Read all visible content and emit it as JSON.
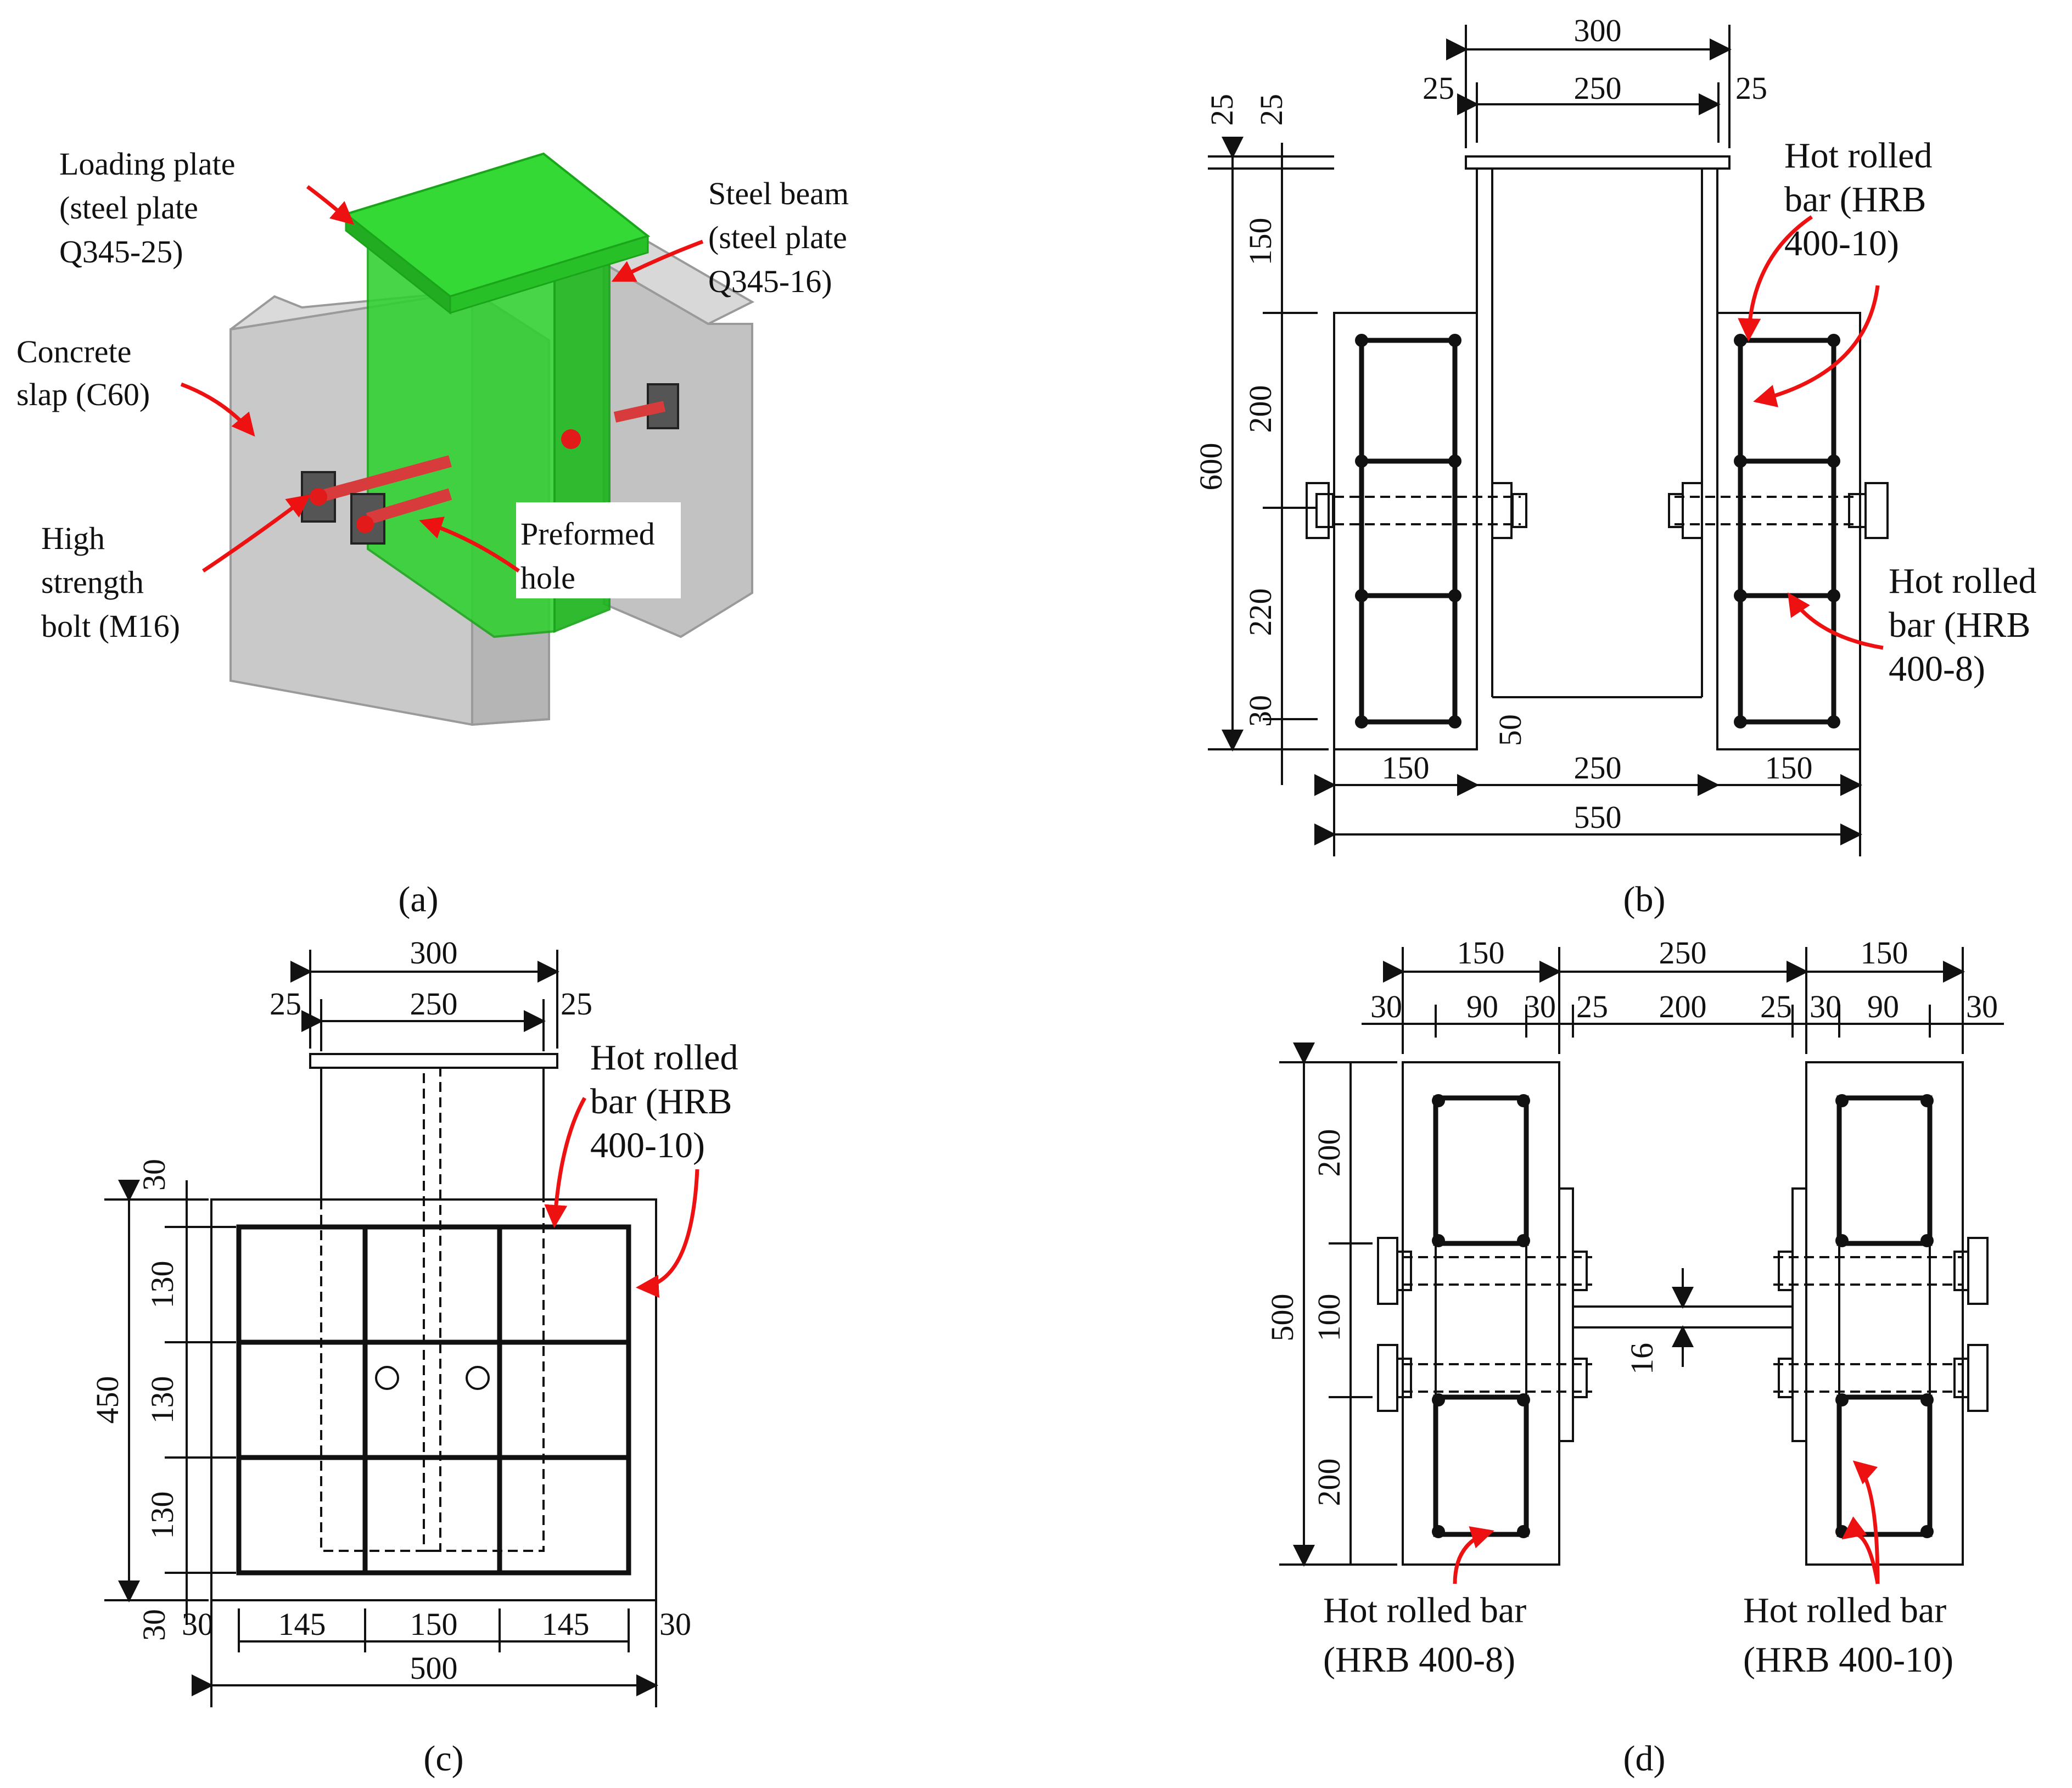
{
  "colors": {
    "steel": "#2fd12f",
    "steel_dark": "#1aa51a",
    "concrete": "#c8c8c8",
    "concrete_edge": "#9a9a9a",
    "bolt": "#e21a1a",
    "annotation_arrow": "#e11111"
  },
  "panel_a": {
    "caption": "(a)",
    "caption_letter": "a",
    "labels": {
      "loading_plate": [
        "Loading plate",
        "(steel plate",
        "Q345-25)"
      ],
      "steel_beam": [
        "Steel beam",
        "(steel plate",
        "Q345-16)"
      ],
      "concrete_slap": [
        "Concrete",
        "slap (C60)"
      ],
      "bolt": [
        "High",
        "strength",
        "bolt (M16)"
      ],
      "hole": [
        "Preformed",
        "hole"
      ]
    }
  },
  "panel_b": {
    "caption": "(b)",
    "caption_letter": "b",
    "dims_top": [
      "300",
      "25",
      "250",
      "25"
    ],
    "dims_left": [
      "25",
      "25",
      "150",
      "200",
      "600",
      "220",
      "30",
      "50"
    ],
    "dims_bottom": [
      "150",
      "250",
      "150",
      "550"
    ],
    "labels": {
      "bar_top": [
        "Hot rolled",
        "bar (HRB",
        "400-10)"
      ],
      "bar_bottom": [
        "Hot rolled",
        "bar (HRB",
        "400-8)"
      ]
    }
  },
  "panel_c": {
    "caption": "(c)",
    "caption_letter": "c",
    "dims_top": [
      "300",
      "25",
      "250",
      "25"
    ],
    "dims_left": [
      "30",
      "130",
      "450",
      "130",
      "130",
      "30"
    ],
    "dims_bottom": [
      "30",
      "145",
      "150",
      "145",
      "30",
      "500"
    ],
    "labels": {
      "bar": [
        "Hot rolled",
        "bar (HRB",
        "400-10)"
      ]
    }
  },
  "panel_d": {
    "caption": "(d)",
    "caption_letter": "d",
    "dims_top": [
      "150",
      "250",
      "150",
      "30",
      "90",
      "30",
      "25",
      "200",
      "25",
      "30",
      "90",
      "30"
    ],
    "dims_left": [
      "200",
      "500",
      "100",
      "200",
      "16"
    ],
    "labels": {
      "bar_left": [
        "Hot rolled bar",
        "(HRB 400-8)"
      ],
      "bar_right": [
        "Hot rolled bar",
        "(HRB 400-10)"
      ]
    }
  }
}
